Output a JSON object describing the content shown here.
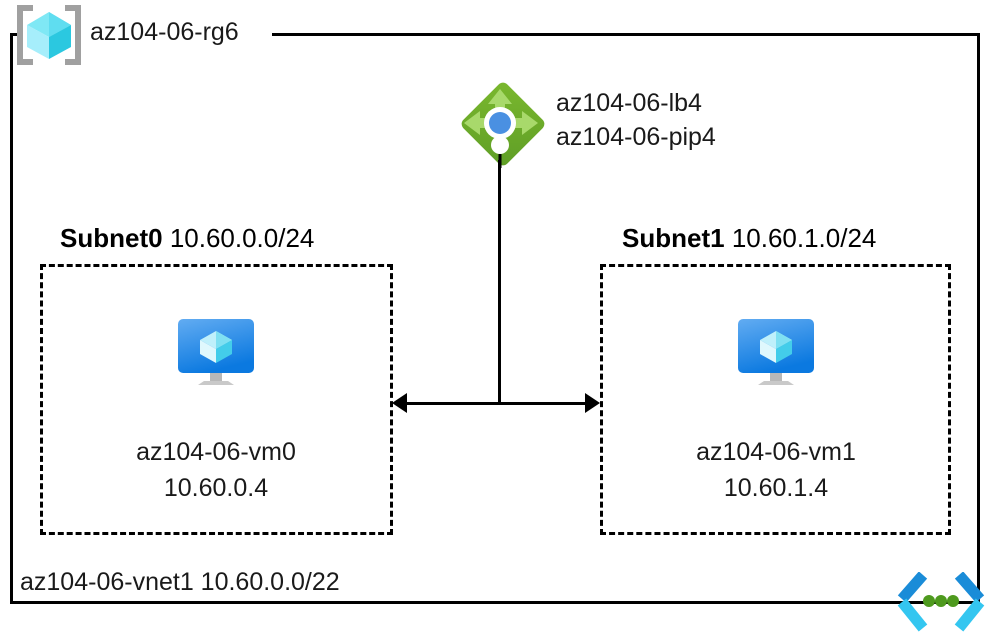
{
  "diagram": {
    "resource_group": {
      "icon": "resource-group-cube-icon",
      "label": "az104-06-rg6"
    },
    "load_balancer": {
      "icon": "load-balancer-icon",
      "labels": [
        "az104-06-lb4",
        "az104-06-pip4"
      ]
    },
    "subnets": [
      {
        "name": "Subnet0",
        "cidr": "10.60.0.0/24",
        "vm": {
          "icon": "virtual-machine-icon",
          "name": "az104-06-vm0",
          "ip": "10.60.0.4"
        }
      },
      {
        "name": "Subnet1",
        "cidr": "10.60.1.0/24",
        "vm": {
          "icon": "virtual-machine-icon",
          "name": "az104-06-vm1",
          "ip": "10.60.1.4"
        }
      }
    ],
    "vnet": {
      "name": "az104-06-vnet1",
      "cidr": "10.60.0.0/22",
      "label": "az104-06-vnet1 10.60.0.0/22",
      "icon": "virtual-network-icon"
    },
    "connector": {
      "name": "subnet-to-subnet-arrow"
    },
    "colors": {
      "background": "#ffffff",
      "stroke": "#000000",
      "text": "#1a1a1a",
      "cube_light": "#7fe8f5",
      "cube_mid": "#32d4e8",
      "cube_dark": "#18b0d4",
      "bracket_gray": "#a0a0a0",
      "lb_green_dark": "#5f9e26",
      "lb_green_light": "#76bc2d",
      "lb_arrow": "#a8d96b",
      "lb_circle_blue": "#4a90e2",
      "vm_blue_top": "#5aa6f0",
      "vm_blue_bottom": "#0b79e0",
      "vm_stand_gray": "#b3b3b3",
      "vnet_blue": "#1a8cd8",
      "vnet_cyan": "#34c6f0",
      "vnet_green": "#4e9a1e"
    }
  }
}
